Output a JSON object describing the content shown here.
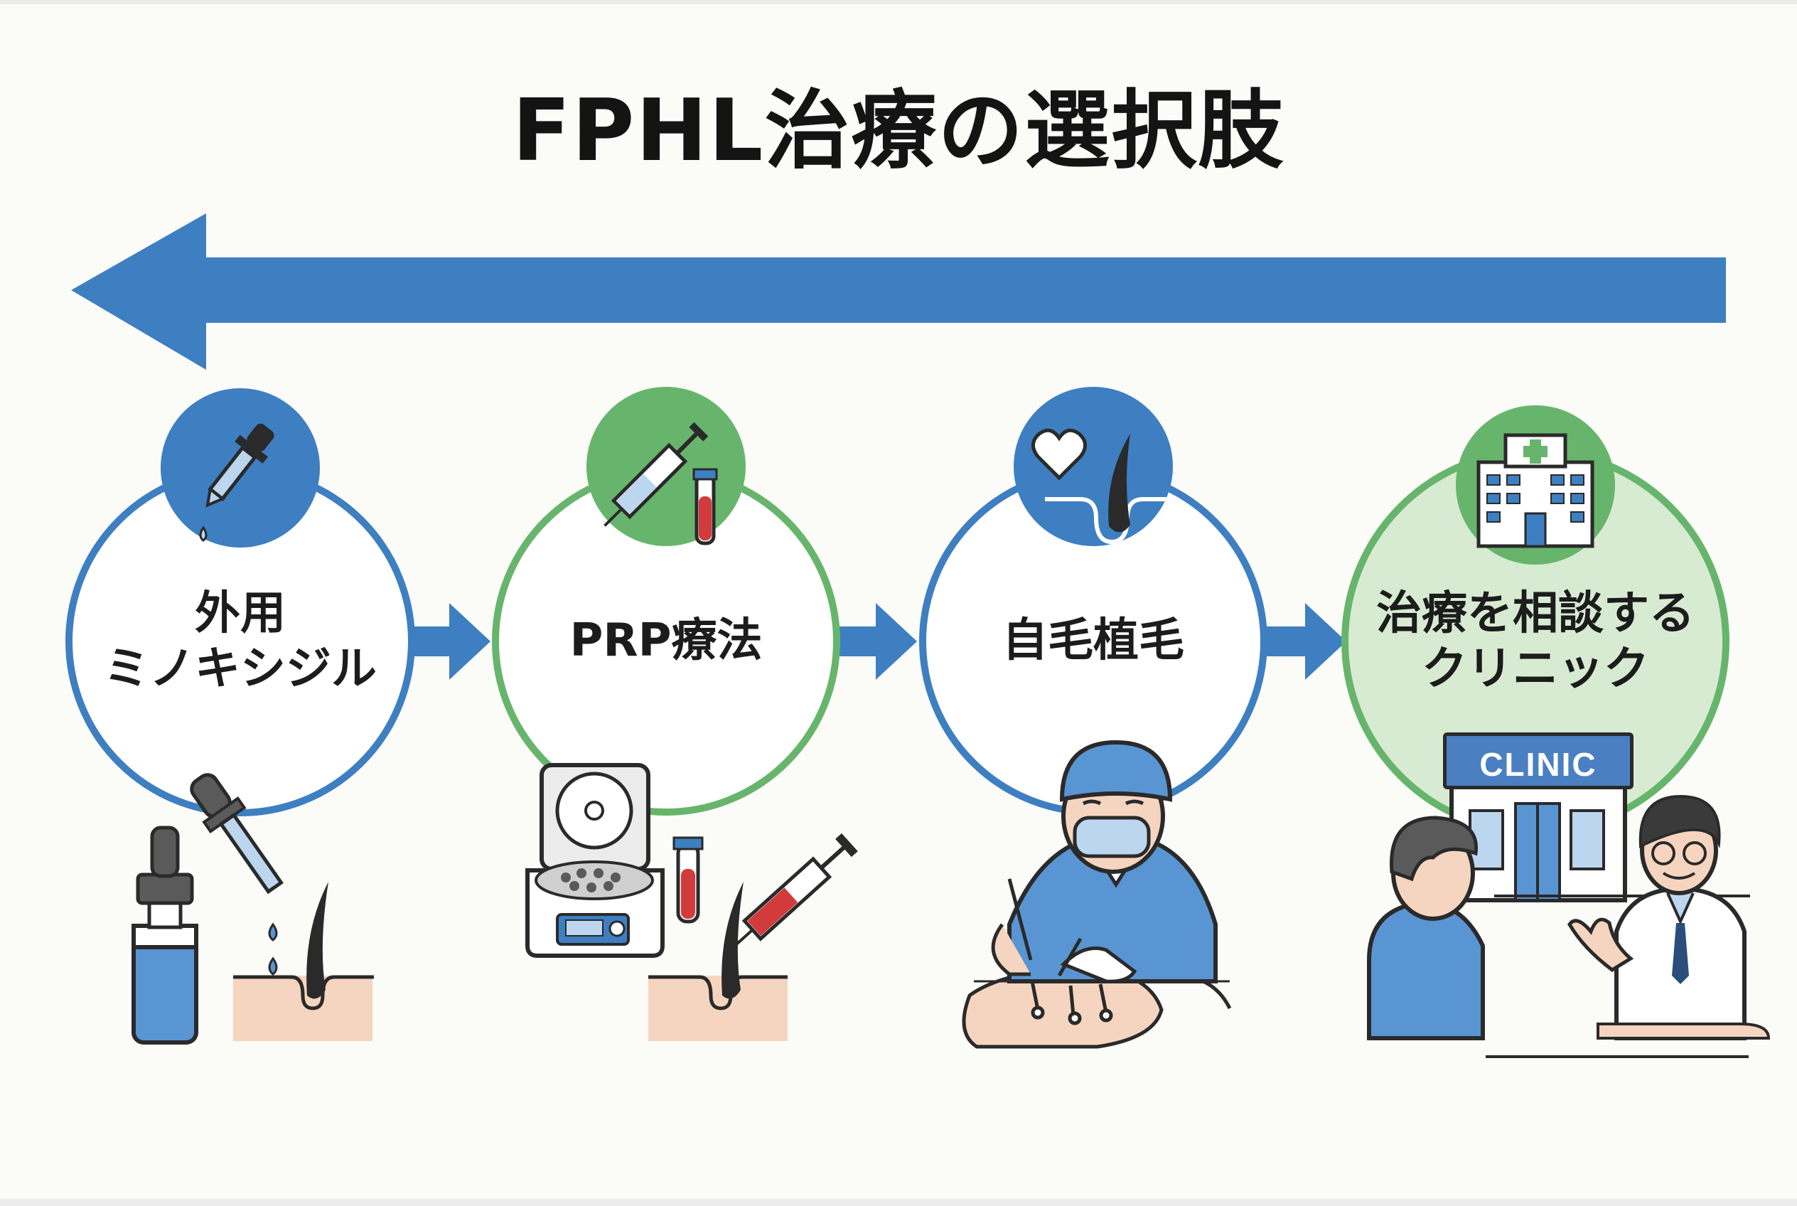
{
  "title": "FPHL治療の選択肢",
  "colors": {
    "blue": "#3e7fc1",
    "green": "#67b56c",
    "light_green_fill": "#d7ebd3",
    "skin": "#f6d5c0",
    "outline": "#2a2a2a"
  },
  "steps": [
    {
      "lines": [
        "外用",
        "ミノキシジル"
      ],
      "ring": "blue",
      "icon": "dropper-icon"
    },
    {
      "lines": [
        "PRP療法"
      ],
      "ring": "green",
      "icon": "syringe-and-tube-icon"
    },
    {
      "lines": [
        "自毛植毛"
      ],
      "ring": "blue",
      "icon": "heart-hair-follicle-icon"
    },
    {
      "lines": [
        "治療を相談する",
        "クリニック"
      ],
      "ring": "green",
      "icon": "hospital-building-icon"
    }
  ],
  "clinic_sign": "CLINIC"
}
